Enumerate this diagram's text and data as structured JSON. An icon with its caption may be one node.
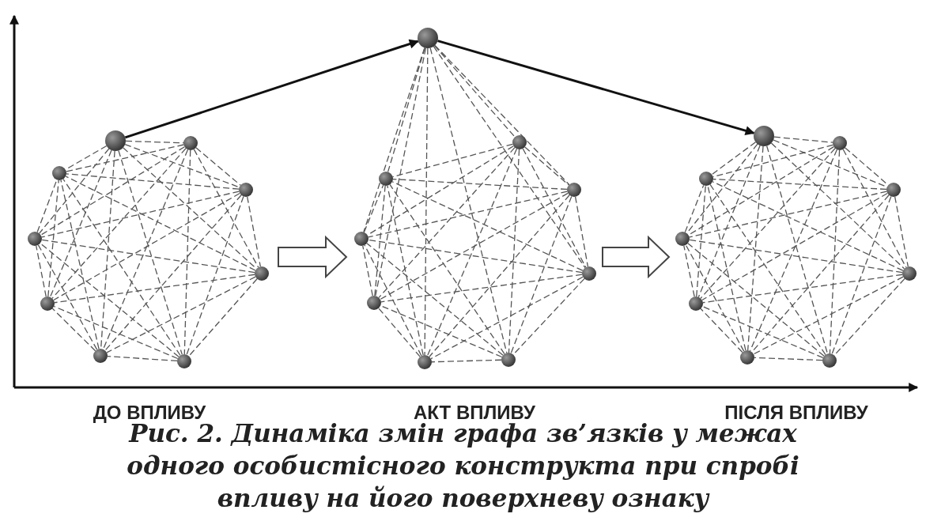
{
  "diagram": {
    "caption": "Рис. 2. Динаміка змін графа зв’язків у межах одного особистісного конструкта при спробі впливу на його поверхневу ознаку",
    "nodes": [
      {
        "text": [
          "ДО ВПЛИВУ"
        ]
      },
      {
        "text": [],
        "shape": "circle",
        "in": 0
      },
      {
        "text": [],
        "shape": "circle",
        "in": 0
      },
      {
        "text": [],
        "shape": "circle",
        "in": 0
      },
      {
        "text": [],
        "shape": "circle",
        "in": 0
      },
      {
        "text": [],
        "shape": "circle",
        "in": 0
      },
      {
        "text": [],
        "shape": "circle",
        "in": 0
      },
      {
        "text": [],
        "shape": "circle",
        "in": 0
      },
      {
        "text": [],
        "shape": "circle",
        "in": 0
      },
      {
        "text": [],
        "shape": "circle",
        "in": 0
      },
      {
        "text": [
          "АКТ ВПЛИВУ"
        ]
      },
      {
        "text": [],
        "shape": "circle",
        "in": 10
      },
      {
        "text": [],
        "shape": "circle",
        "in": 10
      },
      {
        "text": [],
        "shape": "circle",
        "in": 10
      },
      {
        "text": [],
        "shape": "circle",
        "in": 10
      },
      {
        "text": [],
        "shape": "circle",
        "in": 10
      },
      {
        "text": [],
        "shape": "circle",
        "in": 10
      },
      {
        "text": [],
        "shape": "circle",
        "in": 10
      },
      {
        "text": [],
        "shape": "circle",
        "in": 10
      },
      {
        "text": [],
        "shape": "circle",
        "in": 10
      },
      {
        "text": [
          "ПІСЛЯ ВПЛИВУ"
        ]
      },
      {
        "text": [],
        "shape": "circle",
        "in": 20
      },
      {
        "text": [],
        "shape": "circle",
        "in": 20
      },
      {
        "text": [],
        "shape": "circle",
        "in": 20
      },
      {
        "text": [],
        "shape": "circle",
        "in": 20
      },
      {
        "text": [],
        "shape": "circle",
        "in": 20
      },
      {
        "text": [],
        "shape": "circle",
        "in": 20
      },
      {
        "text": [],
        "shape": "circle",
        "in": 20
      },
      {
        "text": [],
        "shape": "circle",
        "in": 20
      },
      {
        "text": [],
        "shape": "circle",
        "in": 20
      }
    ],
    "edges": [
      {
        "from": 1,
        "to": 2,
        "arrow": "none",
        "style": "dashed"
      },
      {
        "from": 1,
        "to": 3,
        "arrow": "none",
        "style": "dashed"
      },
      {
        "from": 1,
        "to": 4,
        "arrow": "none",
        "style": "dashed"
      },
      {
        "from": 1,
        "to": 5,
        "arrow": "none",
        "style": "dashed"
      },
      {
        "from": 1,
        "to": 6,
        "arrow": "none",
        "style": "dashed"
      },
      {
        "from": 1,
        "to": 7,
        "arrow": "none",
        "style": "dashed"
      },
      {
        "from": 1,
        "to": 8,
        "arrow": "none",
        "style": "dashed"
      },
      {
        "from": 1,
        "to": 9,
        "arrow": "none",
        "style": "dashed"
      },
      {
        "from": 2,
        "to": 3,
        "arrow": "none",
        "style": "dashed"
      },
      {
        "from": 2,
        "to": 4,
        "arrow": "none",
        "style": "dashed"
      },
      {
        "from": 2,
        "to": 5,
        "arrow": "none",
        "style": "dashed"
      },
      {
        "from": 2,
        "to": 6,
        "arrow": "none",
        "style": "dashed"
      },
      {
        "from": 2,
        "to": 7,
        "arrow": "none",
        "style": "dashed"
      },
      {
        "from": 2,
        "to": 8,
        "arrow": "none",
        "style": "dashed"
      },
      {
        "from": 2,
        "to": 9,
        "arrow": "none",
        "style": "dashed"
      },
      {
        "from": 3,
        "to": 4,
        "arrow": "none",
        "style": "dashed"
      },
      {
        "from": 3,
        "to": 5,
        "arrow": "none",
        "style": "dashed"
      },
      {
        "from": 3,
        "to": 6,
        "arrow": "none",
        "style": "dashed"
      },
      {
        "from": 3,
        "to": 7,
        "arrow": "none",
        "style": "dashed"
      },
      {
        "from": 3,
        "to": 8,
        "arrow": "none",
        "style": "dashed"
      },
      {
        "from": 3,
        "to": 9,
        "arrow": "none",
        "style": "dashed"
      },
      {
        "from": 4,
        "to": 5,
        "arrow": "none",
        "style": "dashed"
      },
      {
        "from": 4,
        "to": 6,
        "arrow": "none",
        "style": "dashed"
      },
      {
        "from": 4,
        "to": 7,
        "arrow": "none",
        "style": "dashed"
      },
      {
        "from": 4,
        "to": 8,
        "arrow": "none",
        "style": "dashed"
      },
      {
        "from": 4,
        "to": 9,
        "arrow": "none",
        "style": "dashed"
      },
      {
        "from": 5,
        "to": 6,
        "arrow": "none",
        "style": "dashed"
      },
      {
        "from": 5,
        "to": 7,
        "arrow": "none",
        "style": "dashed"
      },
      {
        "from": 5,
        "to": 8,
        "arrow": "none",
        "style": "dashed"
      },
      {
        "from": 5,
        "to": 9,
        "arrow": "none",
        "style": "dashed"
      },
      {
        "from": 6,
        "to": 7,
        "arrow": "none",
        "style": "dashed"
      },
      {
        "from": 6,
        "to": 8,
        "arrow": "none",
        "style": "dashed"
      },
      {
        "from": 6,
        "to": 9,
        "arrow": "none",
        "style": "dashed"
      },
      {
        "from": 7,
        "to": 8,
        "arrow": "none",
        "style": "dashed"
      },
      {
        "from": 7,
        "to": 9,
        "arrow": "none",
        "style": "dashed"
      },
      {
        "from": 8,
        "to": 9,
        "arrow": "none",
        "style": "dashed"
      },
      {
        "from": 1,
        "to": 11,
        "arrow": "to"
      },
      {
        "from": 11,
        "to": 12,
        "arrow": "none",
        "style": "dashed"
      },
      {
        "from": 11,
        "to": 13,
        "arrow": "none",
        "style": "dashed"
      },
      {
        "from": 11,
        "to": 14,
        "arrow": "none",
        "style": "dashed"
      },
      {
        "from": 11,
        "to": 15,
        "arrow": "none",
        "style": "dashed"
      },
      {
        "from": 11,
        "to": 16,
        "arrow": "none",
        "style": "dashed"
      },
      {
        "from": 11,
        "to": 17,
        "arrow": "none",
        "style": "dashed"
      },
      {
        "from": 11,
        "to": 18,
        "arrow": "none",
        "style": "dashed"
      },
      {
        "from": 11,
        "to": 19,
        "arrow": "none",
        "style": "dashed"
      },
      {
        "from": 12,
        "to": 13,
        "arrow": "none",
        "style": "dashed"
      },
      {
        "from": 12,
        "to": 14,
        "arrow": "none",
        "style": "dashed"
      },
      {
        "from": 12,
        "to": 15,
        "arrow": "none",
        "style": "dashed"
      },
      {
        "from": 12,
        "to": 16,
        "arrow": "none",
        "style": "dashed"
      },
      {
        "from": 12,
        "to": 17,
        "arrow": "none",
        "style": "dashed"
      },
      {
        "from": 12,
        "to": 18,
        "arrow": "none",
        "style": "dashed"
      },
      {
        "from": 12,
        "to": 19,
        "arrow": "none",
        "style": "dashed"
      },
      {
        "from": 13,
        "to": 14,
        "arrow": "none",
        "style": "dashed"
      },
      {
        "from": 13,
        "to": 15,
        "arrow": "none",
        "style": "dashed"
      },
      {
        "from": 13,
        "to": 16,
        "arrow": "none",
        "style": "dashed"
      },
      {
        "from": 13,
        "to": 17,
        "arrow": "none",
        "style": "dashed"
      },
      {
        "from": 13,
        "to": 18,
        "arrow": "none",
        "style": "dashed"
      },
      {
        "from": 13,
        "to": 19,
        "arrow": "none",
        "style": "dashed"
      },
      {
        "from": 14,
        "to": 15,
        "arrow": "none",
        "style": "dashed"
      },
      {
        "from": 14,
        "to": 16,
        "arrow": "none",
        "style": "dashed"
      },
      {
        "from": 14,
        "to": 17,
        "arrow": "none",
        "style": "dashed"
      },
      {
        "from": 14,
        "to": 18,
        "arrow": "none",
        "style": "dashed"
      },
      {
        "from": 14,
        "to": 19,
        "arrow": "none",
        "style": "dashed"
      },
      {
        "from": 15,
        "to": 16,
        "arrow": "none",
        "style": "dashed"
      },
      {
        "from": 15,
        "to": 17,
        "arrow": "none",
        "style": "dashed"
      },
      {
        "from": 15,
        "to": 18,
        "arrow": "none",
        "style": "dashed"
      },
      {
        "from": 15,
        "to": 19,
        "arrow": "none",
        "style": "dashed"
      },
      {
        "from": 16,
        "to": 17,
        "arrow": "none",
        "style": "dashed"
      },
      {
        "from": 16,
        "to": 18,
        "arrow": "none",
        "style": "dashed"
      },
      {
        "from": 16,
        "to": 19,
        "arrow": "none",
        "style": "dashed"
      },
      {
        "from": 17,
        "to": 18,
        "arrow": "none",
        "style": "dashed"
      },
      {
        "from": 17,
        "to": 19,
        "arrow": "none",
        "style": "dashed"
      },
      {
        "from": 18,
        "to": 19,
        "arrow": "none",
        "style": "dashed"
      },
      {
        "from": 11,
        "to": 21,
        "arrow": "to"
      },
      {
        "from": 21,
        "to": 22,
        "arrow": "none",
        "style": "dashed"
      },
      {
        "from": 21,
        "to": 23,
        "arrow": "none",
        "style": "dashed"
      },
      {
        "from": 21,
        "to": 24,
        "arrow": "none",
        "style": "dashed"
      },
      {
        "from": 21,
        "to": 25,
        "arrow": "none",
        "style": "dashed"
      },
      {
        "from": 21,
        "to": 26,
        "arrow": "none",
        "style": "dashed"
      },
      {
        "from": 21,
        "to": 27,
        "arrow": "none",
        "style": "dashed"
      },
      {
        "from": 21,
        "to": 28,
        "arrow": "none",
        "style": "dashed"
      },
      {
        "from": 21,
        "to": 29,
        "arrow": "none",
        "style": "dashed"
      },
      {
        "from": 22,
        "to": 23,
        "arrow": "none",
        "style": "dashed"
      },
      {
        "from": 22,
        "to": 24,
        "arrow": "none",
        "style": "dashed"
      },
      {
        "from": 22,
        "to": 25,
        "arrow": "none",
        "style": "dashed"
      },
      {
        "from": 22,
        "to": 26,
        "arrow": "none",
        "style": "dashed"
      },
      {
        "from": 22,
        "to": 27,
        "arrow": "none",
        "style": "dashed"
      },
      {
        "from": 22,
        "to": 28,
        "arrow": "none",
        "style": "dashed"
      },
      {
        "from": 22,
        "to": 29,
        "arrow": "none",
        "style": "dashed"
      },
      {
        "from": 23,
        "to": 24,
        "arrow": "none",
        "style": "dashed"
      },
      {
        "from": 23,
        "to": 25,
        "arrow": "none",
        "style": "dashed"
      },
      {
        "from": 23,
        "to": 26,
        "arrow": "none",
        "style": "dashed"
      },
      {
        "from": 23,
        "to": 27,
        "arrow": "none",
        "style": "dashed"
      },
      {
        "from": 23,
        "to": 28,
        "arrow": "none",
        "style": "dashed"
      },
      {
        "from": 23,
        "to": 29,
        "arrow": "none",
        "style": "dashed"
      },
      {
        "from": 24,
        "to": 25,
        "arrow": "none",
        "style": "dashed"
      },
      {
        "from": 24,
        "to": 26,
        "arrow": "none",
        "style": "dashed"
      },
      {
        "from": 24,
        "to": 27,
        "arrow": "none",
        "style": "dashed"
      },
      {
        "from": 24,
        "to": 28,
        "arrow": "none",
        "style": "dashed"
      },
      {
        "from": 24,
        "to": 29,
        "arrow": "none",
        "style": "dashed"
      },
      {
        "from": 25,
        "to": 26,
        "arrow": "none",
        "style": "dashed"
      },
      {
        "from": 25,
        "to": 27,
        "arrow": "none",
        "style": "dashed"
      },
      {
        "from": 25,
        "to": 28,
        "arrow": "none",
        "style": "dashed"
      },
      {
        "from": 25,
        "to": 29,
        "arrow": "none",
        "style": "dashed"
      },
      {
        "from": 26,
        "to": 27,
        "arrow": "none",
        "style": "dashed"
      },
      {
        "from": 26,
        "to": 28,
        "arrow": "none",
        "style": "dashed"
      },
      {
        "from": 26,
        "to": 29,
        "arrow": "none",
        "style": "dashed"
      },
      {
        "from": 27,
        "to": 28,
        "arrow": "none",
        "style": "dashed"
      },
      {
        "from": 27,
        "to": 29,
        "arrow": "none",
        "style": "dashed"
      },
      {
        "from": 28,
        "to": 29,
        "arrow": "none",
        "style": "dashed"
      },
      {
        "from": 0,
        "to": 10,
        "arrow": "to",
        "style": "thick"
      },
      {
        "from": 10,
        "to": 20,
        "arrow": "to",
        "style": "thick"
      }
    ]
  }
}
